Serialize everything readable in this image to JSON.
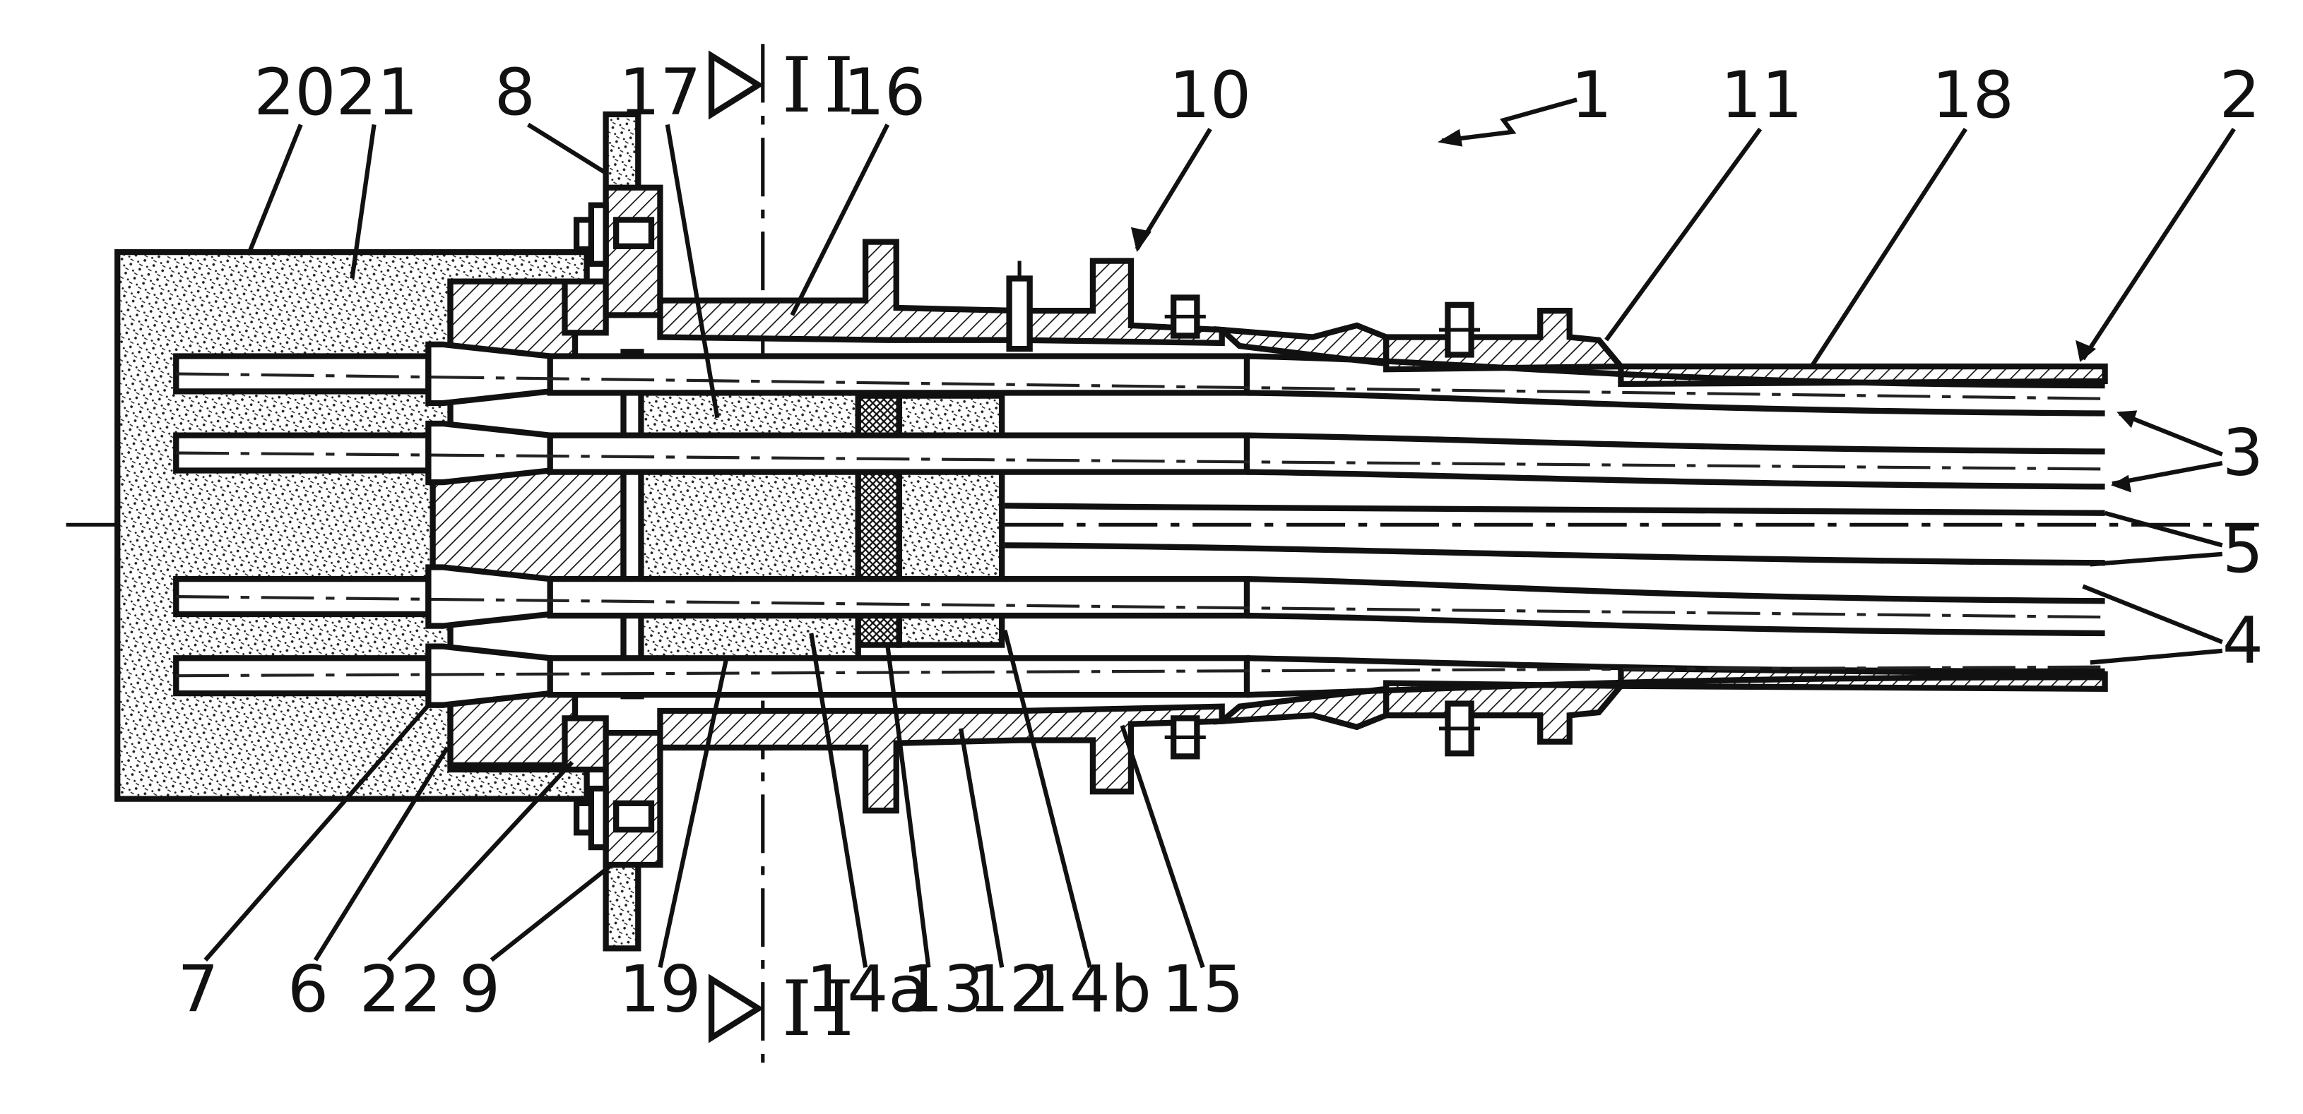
{
  "section": {
    "top_label": "II",
    "bottom_label": "II"
  },
  "labels": {
    "l1": "1",
    "l2": "2",
    "l3": "3",
    "l4": "4",
    "l5": "5",
    "l6": "6",
    "l7": "7",
    "l8": "8",
    "l9": "9",
    "l10": "10",
    "l11": "11",
    "l12": "12",
    "l13": "13",
    "l14a": "14a",
    "l14b": "14b",
    "l15": "15",
    "l16": "16",
    "l17": "17",
    "l18": "18",
    "l19": "19",
    "l20": "20",
    "l21": "21",
    "l22": "22"
  }
}
